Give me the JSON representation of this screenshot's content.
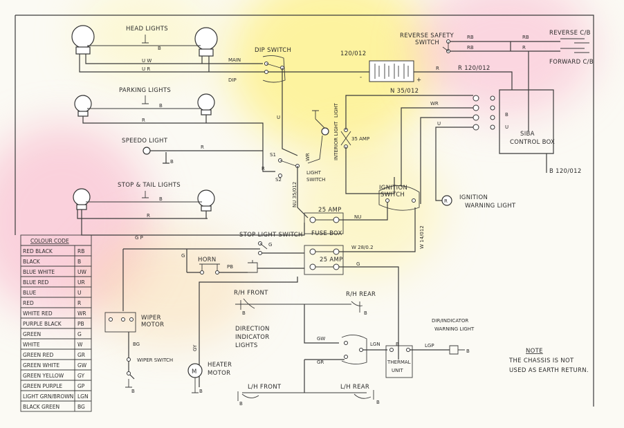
{
  "labels": {
    "head_lights": "HEAD LIGHTS",
    "dip_switch": "DIP SWITCH",
    "main": "MAIN",
    "dip": "DIP",
    "parking_lights": "PARKING LIGHTS",
    "speedo_light": "SPEEDO LIGHT",
    "stop_tail_lights": "STOP & TAIL LIGHTS",
    "reverse_safety_switch_1": "REVERSE SAFETY",
    "reverse_safety_switch_2": "SWITCH",
    "reverse_cb": "REVERSE C/B",
    "forward_cb": "FORWARD C/B",
    "battery": "120/012",
    "plus": "+",
    "minus": "-",
    "n_35": "N 35/012",
    "r_120": "R 120/012",
    "siba_1": "SIBA",
    "siba_2": "CONTROL BOX",
    "b_120": "B 120/012",
    "interior_light": "INTERIOR LIGHT",
    "light_switch_1": "LIGHT",
    "light_switch_2": "SWITCH",
    "amp35": "35 AMP",
    "light_vert": "LIGHT",
    "ignition_switch_1": "IGNITION",
    "ignition_switch_2": "SWITCH",
    "ignition_warning_1": "IGNITION",
    "ignition_warning_2": "WARNING LIGHT",
    "fuse_box": "FUSE BOX",
    "amp25_top": "25 AMP",
    "amp25_bot": "25 AMP",
    "nu": "NU",
    "nu_35": "NU 35/012",
    "w_28": "W 28/0.2",
    "w_14": "W 14/012",
    "stop_light_switch": "STOP LIGHT SWITCH",
    "horn": "HORN",
    "pb": "PB",
    "gp": "G P",
    "g": "G",
    "rh_front": "R/H FRONT",
    "rh_rear": "R/H REAR",
    "direction_1": "DIRECTION",
    "direction_2": "INDICATOR",
    "direction_3": "LIGHTS",
    "wiper_motor_1": "WIPER",
    "wiper_motor_2": "MOTOR",
    "wiper_switch": "WIPER SWITCH",
    "bg": "BG",
    "heater_1": "HEATER",
    "heater_2": "MOTOR",
    "gy": "GY",
    "gw": "GW",
    "gr": "GR",
    "lgn": "LGN",
    "lgp": "LGP",
    "thermal_1": "THERMAL",
    "thermal_2": "UNIT",
    "dir_warn_1": "DIR/INDICATOR",
    "dir_warn_2": "WARNING LIGHT",
    "lh_front": "L/H FRONT",
    "lh_rear": "L/H REAR",
    "note_title": "NOTE",
    "note_1": "THE CHASSIS IS NOT",
    "note_2": "USED AS EARTH RETURN.",
    "uw": "U W",
    "ur": "U R",
    "b": "B",
    "r": "R",
    "u": "U",
    "wr": "WR",
    "rb": "RB",
    "s1": "S1",
    "s2": "S2",
    "m": "M"
  },
  "colour_code": {
    "title": "COLOUR CODE",
    "rows": [
      {
        "name": "RED BLACK",
        "code": "RB"
      },
      {
        "name": "BLACK",
        "code": "B"
      },
      {
        "name": "BLUE WHITE",
        "code": "UW"
      },
      {
        "name": "BLUE RED",
        "code": "UR"
      },
      {
        "name": "BLUE",
        "code": "U"
      },
      {
        "name": "RED",
        "code": "R"
      },
      {
        "name": "WHITE RED",
        "code": "WR"
      },
      {
        "name": "PURPLE BLACK",
        "code": "PB"
      },
      {
        "name": "GREEN",
        "code": "G"
      },
      {
        "name": "WHITE",
        "code": "W"
      },
      {
        "name": "GREEN RED",
        "code": "GR"
      },
      {
        "name": "GREEN WHITE",
        "code": "GW"
      },
      {
        "name": "GREEN YELLOW",
        "code": "GY"
      },
      {
        "name": "GREEN PURPLE",
        "code": "GP"
      },
      {
        "name": "LIGHT GRN/BROWN",
        "code": "LGN"
      },
      {
        "name": "BLACK GREEN",
        "code": "BG"
      }
    ]
  }
}
